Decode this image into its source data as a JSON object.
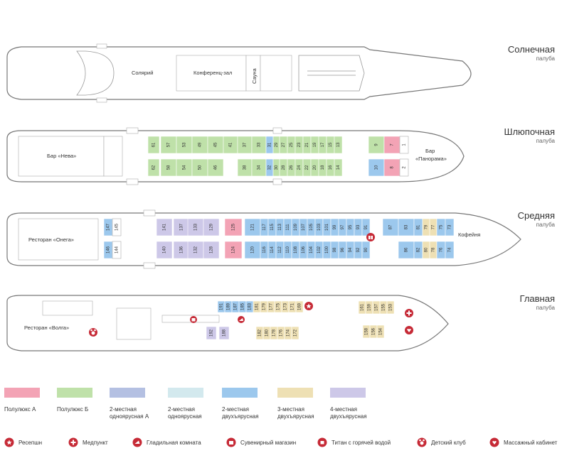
{
  "colors": {
    "semi_lux_a": "#f3a3b5",
    "semi_lux_b": "#bfe1a9",
    "double_single_a": "#b4c0e2",
    "double_single": "#d3e9ee",
    "double_bunk": "#9cc8ed",
    "triple_bunk": "#eee0b4",
    "quad_bunk": "#cdc8e8",
    "icon_red": "#c62a36",
    "outline": "#777777"
  },
  "decks": {
    "sun": {
      "name": "Солнечная",
      "sub": "палуба",
      "labels": [
        "Солярий",
        "Конференц-зал",
        "Сауна"
      ]
    },
    "boat": {
      "name": "Шлюпочная",
      "sub": "палуба",
      "labels": [
        "Бар «Нева»",
        "Бар",
        "«Панорама»"
      ]
    },
    "middle": {
      "name": "Средняя",
      "sub": "палуба",
      "labels": [
        "Ресторан «Онега»",
        "Кофейня"
      ]
    },
    "main": {
      "name": "Главная",
      "sub": "палуба",
      "labels": [
        "Ресторан «Волга»"
      ]
    }
  },
  "cabins": {
    "boat": [
      [
        "61",
        "semi_lux_b"
      ],
      [
        "62",
        "semi_lux_b"
      ],
      [
        "57",
        "semi_lux_b"
      ],
      [
        "58",
        "semi_lux_b"
      ],
      [
        "53",
        "semi_lux_b"
      ],
      [
        "54",
        "semi_lux_b"
      ],
      [
        "49",
        "semi_lux_b"
      ],
      [
        "50",
        "semi_lux_b"
      ],
      [
        "45",
        "semi_lux_b"
      ],
      [
        "46",
        "semi_lux_b"
      ],
      [
        "41",
        "semi_lux_b"
      ],
      [
        "37",
        "semi_lux_b"
      ],
      [
        "38",
        "semi_lux_b"
      ],
      [
        "33",
        "semi_lux_b"
      ],
      [
        "34",
        "semi_lux_b"
      ],
      [
        "31",
        "double_bunk"
      ],
      [
        "32",
        "double_bunk"
      ],
      [
        "29",
        "semi_lux_b"
      ],
      [
        "30",
        "semi_lux_b"
      ],
      [
        "27",
        "semi_lux_b"
      ],
      [
        "28",
        "semi_lux_b"
      ],
      [
        "25",
        "semi_lux_b"
      ],
      [
        "26",
        "semi_lux_b"
      ],
      [
        "23",
        "semi_lux_b"
      ],
      [
        "24",
        "semi_lux_b"
      ],
      [
        "21",
        "semi_lux_b"
      ],
      [
        "22",
        "semi_lux_b"
      ],
      [
        "19",
        "semi_lux_b"
      ],
      [
        "20",
        "semi_lux_b"
      ],
      [
        "17",
        "semi_lux_b"
      ],
      [
        "18",
        "semi_lux_b"
      ],
      [
        "15",
        "semi_lux_b"
      ],
      [
        "16",
        "semi_lux_b"
      ],
      [
        "13",
        "semi_lux_b"
      ],
      [
        "14",
        "semi_lux_b"
      ],
      [
        "9",
        "semi_lux_b"
      ],
      [
        "10",
        "double_bunk"
      ],
      [
        "7",
        "semi_lux_a"
      ],
      [
        "8",
        "semi_lux_a"
      ],
      [
        "1",
        "none"
      ],
      [
        "2",
        "none"
      ]
    ],
    "middle": [
      [
        "147",
        "double_bunk"
      ],
      [
        "145",
        "none"
      ],
      [
        "146",
        "double_bunk"
      ],
      [
        "144",
        "none"
      ],
      [
        "141",
        "quad_bunk"
      ],
      [
        "137",
        "quad_bunk"
      ],
      [
        "133",
        "quad_bunk"
      ],
      [
        "129",
        "quad_bunk"
      ],
      [
        "140",
        "quad_bunk"
      ],
      [
        "136",
        "quad_bunk"
      ],
      [
        "132",
        "quad_bunk"
      ],
      [
        "128",
        "quad_bunk"
      ],
      [
        "125",
        "semi_lux_a"
      ],
      [
        "124",
        "semi_lux_a"
      ],
      [
        "121",
        "double_bunk"
      ],
      [
        "120",
        "double_bunk"
      ],
      [
        "117",
        "double_bunk"
      ],
      [
        "115",
        "double_bunk"
      ],
      [
        "113",
        "double_bunk"
      ],
      [
        "111",
        "double_bunk"
      ],
      [
        "109",
        "double_bunk"
      ],
      [
        "107",
        "double_bunk"
      ],
      [
        "105",
        "double_bunk"
      ],
      [
        "103",
        "double_bunk"
      ],
      [
        "101",
        "double_bunk"
      ],
      [
        "99",
        "double_bunk"
      ],
      [
        "97",
        "double_bunk"
      ],
      [
        "95",
        "double_bunk"
      ],
      [
        "93",
        "double_bunk"
      ],
      [
        "91",
        "double_bunk"
      ],
      [
        "116",
        "double_bunk"
      ],
      [
        "114",
        "double_bunk"
      ],
      [
        "112",
        "double_bunk"
      ],
      [
        "110",
        "double_bunk"
      ],
      [
        "108",
        "double_bunk"
      ],
      [
        "106",
        "double_bunk"
      ],
      [
        "104",
        "double_bunk"
      ],
      [
        "102",
        "double_bunk"
      ],
      [
        "100",
        "double_bunk"
      ],
      [
        "98",
        "double_bunk"
      ],
      [
        "96",
        "double_bunk"
      ],
      [
        "94",
        "double_bunk"
      ],
      [
        "92",
        "double_bunk"
      ],
      [
        "90",
        "double_bunk"
      ],
      [
        "87",
        "double_bunk"
      ],
      [
        "83",
        "double_bunk"
      ],
      [
        "81",
        "double_bunk"
      ],
      [
        "79",
        "triple_bunk"
      ],
      [
        "77",
        "triple_bunk"
      ],
      [
        "75",
        "double_bunk"
      ],
      [
        "73",
        "double_bunk"
      ],
      [
        "86",
        "double_bunk"
      ],
      [
        "82",
        "double_bunk"
      ],
      [
        "80",
        "triple_bunk"
      ],
      [
        "78",
        "triple_bunk"
      ],
      [
        "76",
        "double_bunk"
      ],
      [
        "74",
        "double_bunk"
      ]
    ],
    "main": [
      [
        "191",
        "double_bunk"
      ],
      [
        "189",
        "double_bunk"
      ],
      [
        "187",
        "double_bunk"
      ],
      [
        "185",
        "double_bunk"
      ],
      [
        "183",
        "double_bunk"
      ],
      [
        "181",
        "triple_bunk"
      ],
      [
        "179",
        "triple_bunk"
      ],
      [
        "177",
        "triple_bunk"
      ],
      [
        "175",
        "triple_bunk"
      ],
      [
        "173",
        "triple_bunk"
      ],
      [
        "171",
        "triple_bunk"
      ],
      [
        "169",
        "triple_bunk"
      ],
      [
        "192",
        "quad_bunk"
      ],
      [
        "188",
        "quad_bunk"
      ],
      [
        "182",
        "triple_bunk"
      ],
      [
        "180",
        "triple_bunk"
      ],
      [
        "178",
        "triple_bunk"
      ],
      [
        "176",
        "triple_bunk"
      ],
      [
        "174",
        "triple_bunk"
      ],
      [
        "172",
        "triple_bunk"
      ],
      [
        "161",
        "triple_bunk"
      ],
      [
        "159",
        "triple_bunk"
      ],
      [
        "157",
        "triple_bunk"
      ],
      [
        "155",
        "triple_bunk"
      ],
      [
        "153",
        "triple_bunk"
      ],
      [
        "158",
        "triple_bunk"
      ],
      [
        "156",
        "triple_bunk"
      ],
      [
        "154",
        "triple_bunk"
      ]
    ]
  },
  "legend_swatches": [
    {
      "key": "semi_lux_a",
      "label": "Полулюкс А"
    },
    {
      "key": "semi_lux_b",
      "label": "Полулюкс Б"
    },
    {
      "key": "double_single_a",
      "label": "2-местная одноярусная А"
    },
    {
      "key": "double_single",
      "label": "2-местная одноярусная"
    },
    {
      "key": "double_bunk",
      "label": "2-местная двухъярусная"
    },
    {
      "key": "triple_bunk",
      "label": "3-местная двухъярусная"
    },
    {
      "key": "quad_bunk",
      "label": "4-местная двухъярусная"
    }
  ],
  "legend_icons": [
    {
      "icon": "star-icon",
      "label": "Ресепшн"
    },
    {
      "icon": "cross-icon",
      "label": "Медпункт"
    },
    {
      "icon": "iron-icon",
      "label": "Гладильная комната"
    },
    {
      "icon": "gift-icon",
      "label": "Сувенирный магазин"
    },
    {
      "icon": "kettle-icon",
      "label": "Титан с горячей водой"
    },
    {
      "icon": "teddy-icon",
      "label": "Детский клуб"
    },
    {
      "icon": "massage-icon",
      "label": "Массажный кабинет"
    }
  ]
}
